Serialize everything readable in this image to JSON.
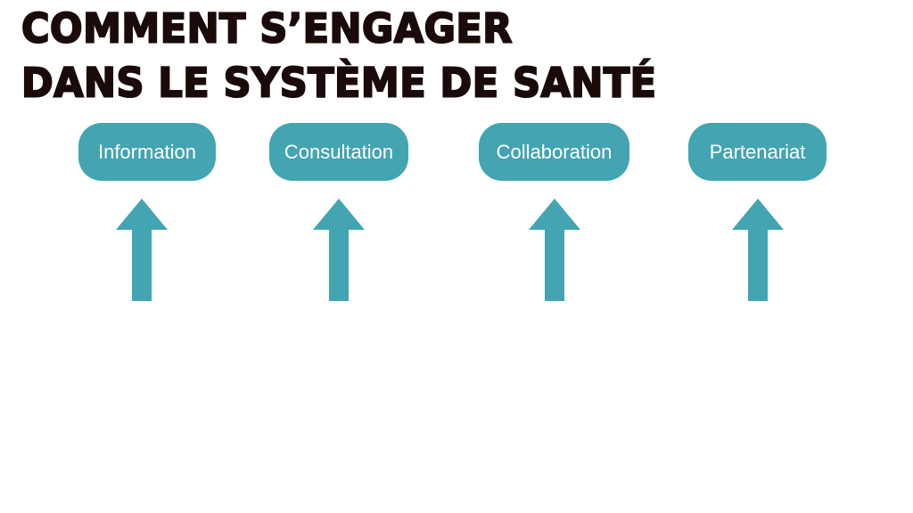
{
  "title": {
    "line1": "COMMENT S’ENGAGER",
    "line2": "DANS LE SYSTÈME DE SANTÉ"
  },
  "stages": [
    {
      "label": "Information"
    },
    {
      "label": "Consultation"
    },
    {
      "label": "Collaboration"
    },
    {
      "label": "Partenariat"
    }
  ],
  "colors": {
    "accent": "#42a5b1",
    "title": "#1a0a0a",
    "label_text": "#ffffff",
    "background": "#ffffff"
  },
  "icons": [
    "arrow-up-icon"
  ]
}
